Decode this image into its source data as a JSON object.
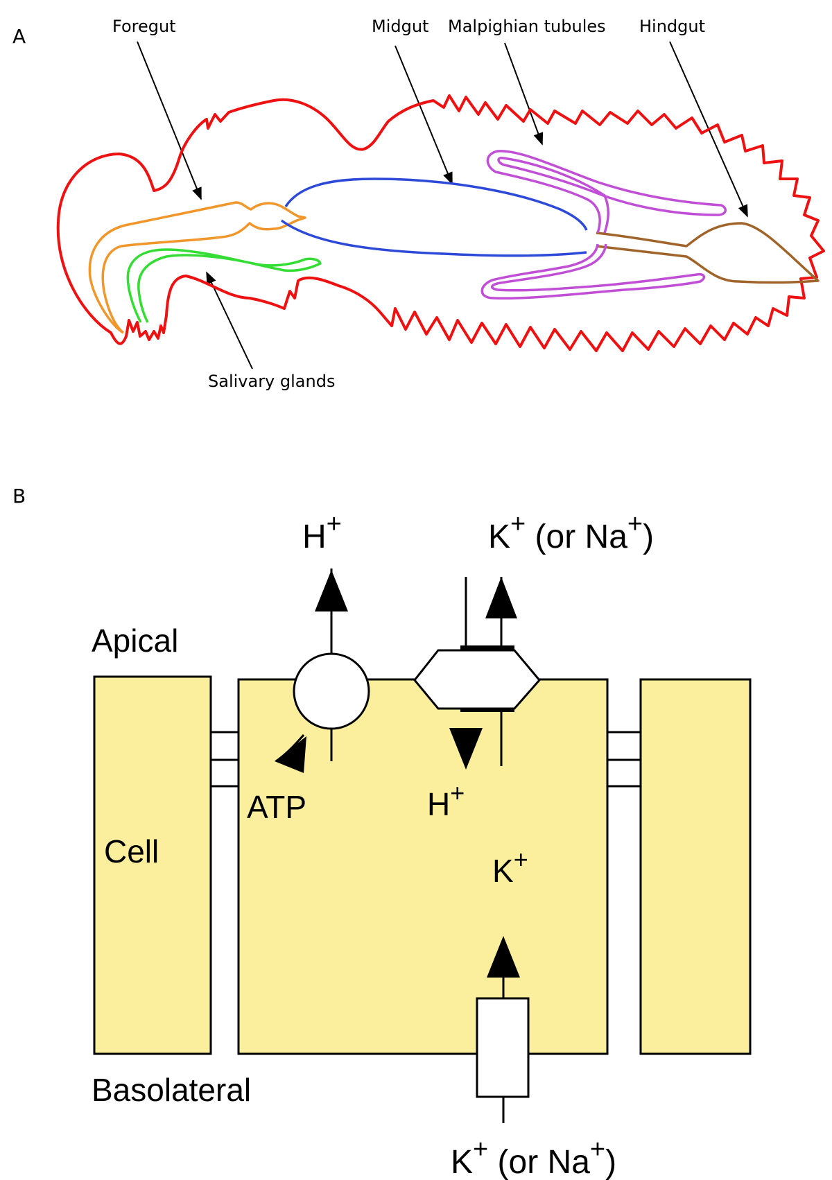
{
  "panel_a": {
    "letter": "A",
    "labels": {
      "foregut": "Foregut",
      "midgut": "Midgut",
      "malpighian": "Malpighian tubules",
      "hindgut": "Hindgut",
      "salivary": "Salivary glands"
    },
    "colors": {
      "body_outline": "#ee1111",
      "foregut": "#f0962a",
      "midgut": "#2d49d8",
      "malpighian": "#c04fd6",
      "hindgut": "#a0642a",
      "salivary": "#33dd33"
    }
  },
  "panel_b": {
    "letter": "B",
    "labels": {
      "apical": "Apical",
      "basolateral": "Basolateral",
      "cell": "Cell",
      "atp": "ATP",
      "h_out": "H",
      "h_out_sup": "+",
      "k_out": "K",
      "k_out_sup": "+",
      "k_out_paren_open": " (or Na",
      "k_out_paren_sup": "+",
      "k_out_paren_close": ")",
      "h_in": "H",
      "h_in_sup": "+",
      "k_in": "K",
      "k_in_sup": "+",
      "k_bottom": "K",
      "k_bottom_sup": "+",
      "k_bottom_paren_open": " (or Na",
      "k_bottom_paren_sup": "+",
      "k_bottom_paren_close": ")"
    },
    "colors": {
      "cell_fill": "#fbef9d",
      "stroke": "#000000"
    }
  }
}
